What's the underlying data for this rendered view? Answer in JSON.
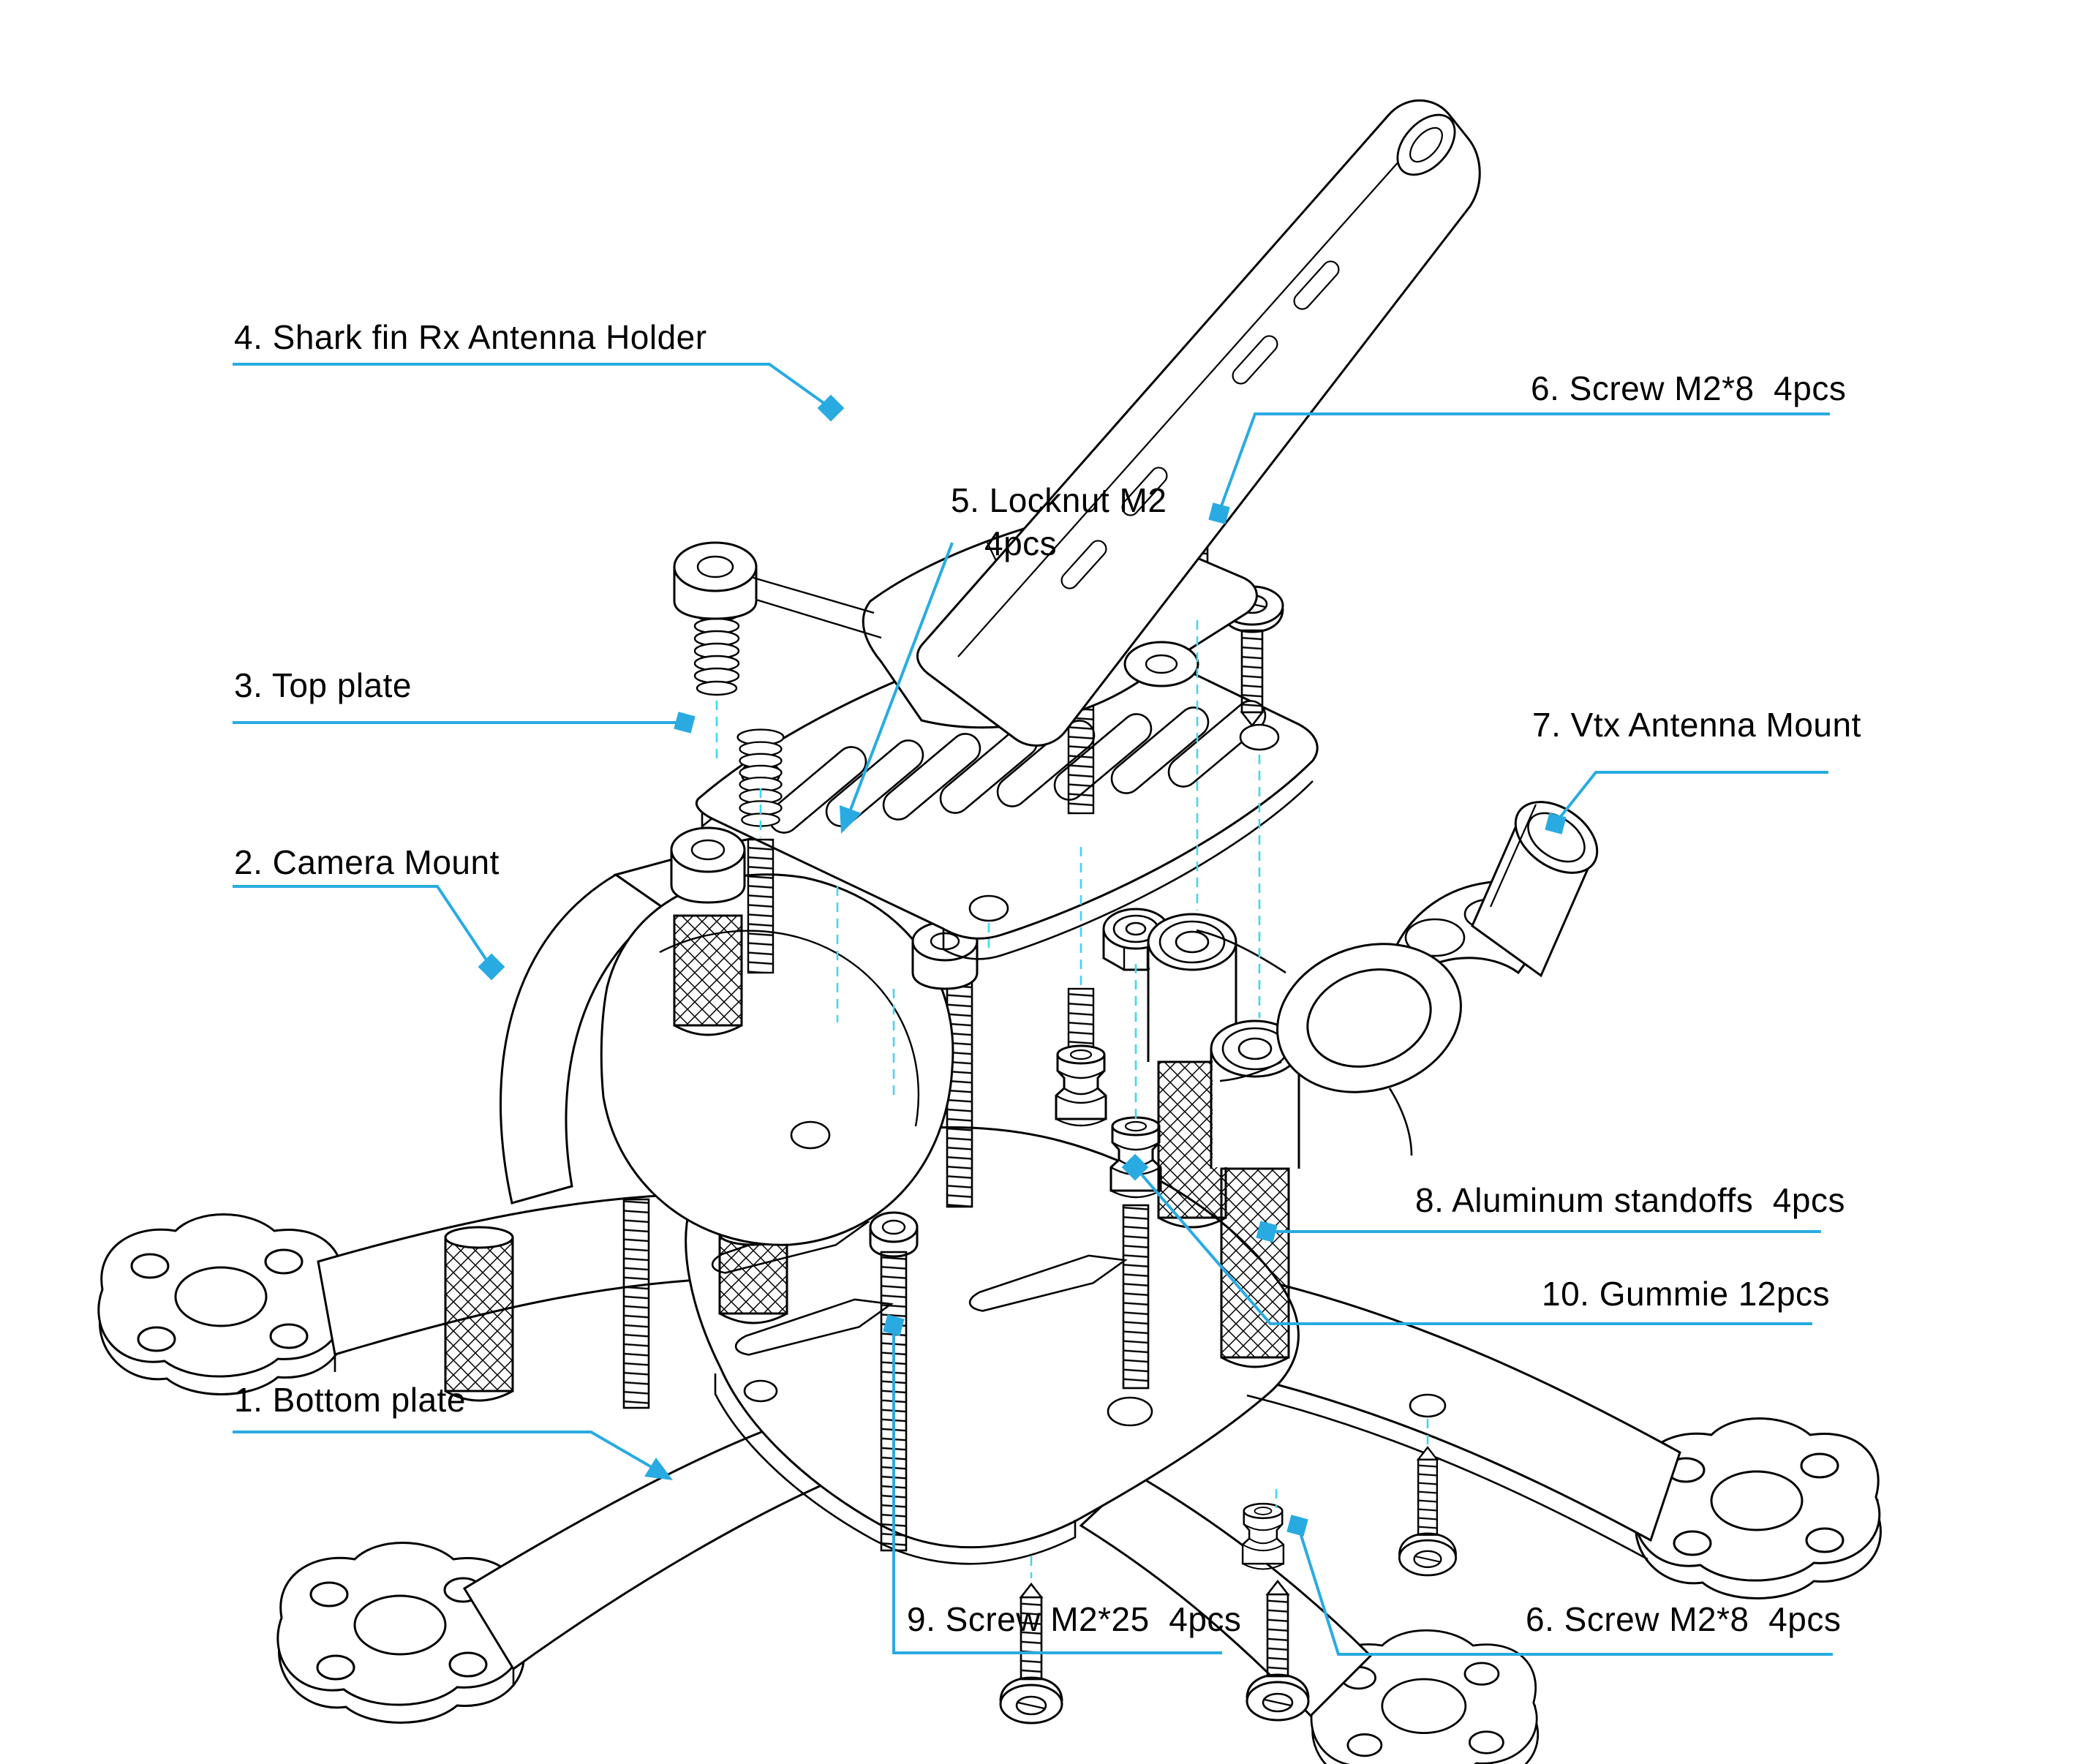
{
  "colors": {
    "leader": "#29ABE2",
    "dashed": "#45D5F0",
    "line": "#000000",
    "background": "#FFFFFF"
  },
  "labels": {
    "part4": "4. Shark fin Rx Antenna Holder",
    "part6_top": "6. Screw M2*8  4pcs",
    "part5_line1": "5. Locknut M2",
    "part5_line2": "4pcs",
    "part3": "3. Top plate",
    "part7": "7. Vtx Antenna Mount",
    "part2": "2. Camera Mount",
    "part8": "8. Aluminum standoffs  4pcs",
    "part10": "10. Gummie 12pcs",
    "part1": "1. Bottom plate",
    "part9": "9. Screw M2*25  4pcs",
    "part6_bottom": "6. Screw M2*8  4pcs"
  },
  "parts_list": [
    {
      "number": "1",
      "name": "Bottom plate",
      "qty": ""
    },
    {
      "number": "2",
      "name": "Camera Mount",
      "qty": ""
    },
    {
      "number": "3",
      "name": "Top plate",
      "qty": ""
    },
    {
      "number": "4",
      "name": "Shark fin Rx Antenna Holder",
      "qty": ""
    },
    {
      "number": "5",
      "name": "Locknut M2",
      "qty": "4pcs"
    },
    {
      "number": "6",
      "name": "Screw M2*8",
      "qty": "4pcs"
    },
    {
      "number": "7",
      "name": "Vtx Antenna Mount",
      "qty": ""
    },
    {
      "number": "8",
      "name": "Aluminum standoffs",
      "qty": "4pcs"
    },
    {
      "number": "9",
      "name": "Screw M2*25",
      "qty": "4pcs"
    },
    {
      "number": "10",
      "name": "Gummie",
      "qty": "12pcs"
    }
  ]
}
